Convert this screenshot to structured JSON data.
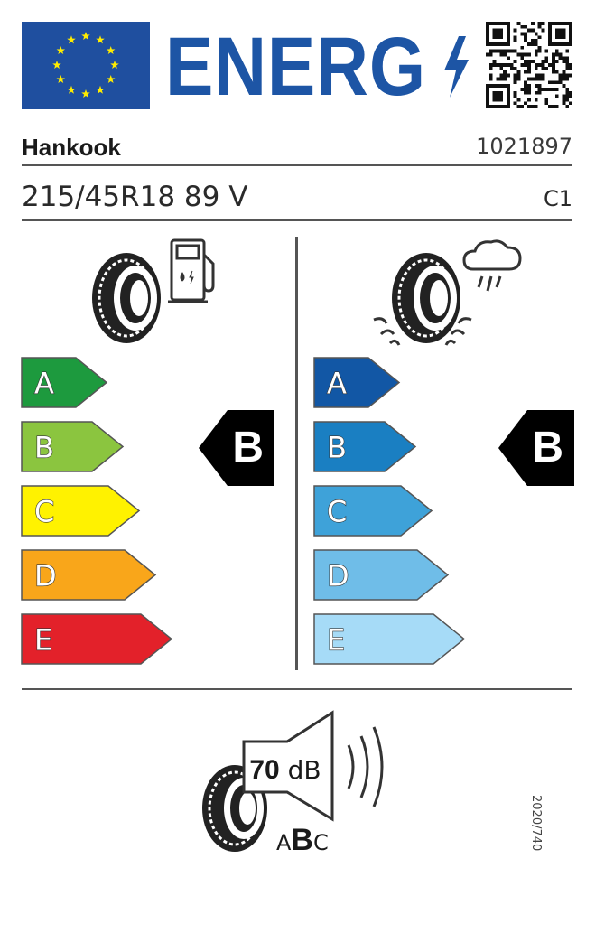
{
  "header": {
    "energy_word": "ENERG",
    "colors": {
      "eu_blue": "#1f4f9f",
      "star_yellow": "#ffec00",
      "brand_blue": "#1d55a5"
    }
  },
  "product": {
    "brand": "Hankook",
    "article_number": "1021897",
    "tyre_size": "215/45R18 89 V",
    "tyre_class": "C1"
  },
  "fuel_efficiency": {
    "icon": "fuel-pump-icon",
    "classes": [
      "A",
      "B",
      "C",
      "D",
      "E"
    ],
    "class_colors": [
      "#1d9a3e",
      "#8bc53f",
      "#fff200",
      "#f9a61a",
      "#e3212a"
    ],
    "rating": "B"
  },
  "wet_grip": {
    "icon": "rain-cloud-icon",
    "classes": [
      "A",
      "B",
      "C",
      "D",
      "E"
    ],
    "class_colors": [
      "#1257a5",
      "#1a7fc2",
      "#3ea2d9",
      "#6fbde8",
      "#a6dbf7"
    ],
    "rating": "B"
  },
  "noise": {
    "icon": "speaker-icon",
    "value": "70",
    "unit": "dB",
    "classes": [
      "A",
      "B",
      "C"
    ],
    "rating": "B"
  },
  "regulation": "2020/740"
}
